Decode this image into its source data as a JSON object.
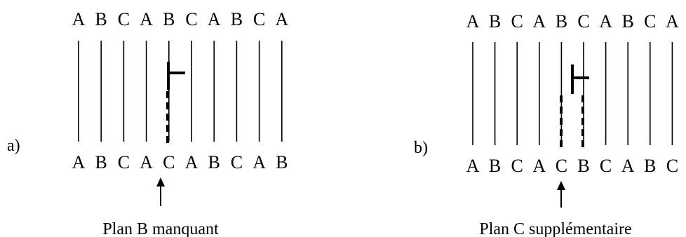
{
  "panels": [
    {
      "id": "a",
      "tag": "a)",
      "top_sequence": [
        "A",
        "B",
        "C",
        "A",
        "B",
        "C",
        "A",
        "B",
        "C",
        "A"
      ],
      "bottom_sequence": [
        "A",
        "B",
        "C",
        "A",
        "C",
        "A",
        "B",
        "C",
        "A",
        "B"
      ],
      "arrow_label": "Plan B manquant"
    },
    {
      "id": "b",
      "tag": "b)",
      "top_sequence": [
        "A",
        "B",
        "C",
        "A",
        "B",
        "C",
        "A",
        "B",
        "C",
        "A"
      ],
      "bottom_sequence": [
        "A",
        "B",
        "C",
        "A",
        "C",
        "B",
        "C",
        "A",
        "B",
        "C"
      ],
      "arrow_label": "Plan C supplémentaire"
    }
  ]
}
